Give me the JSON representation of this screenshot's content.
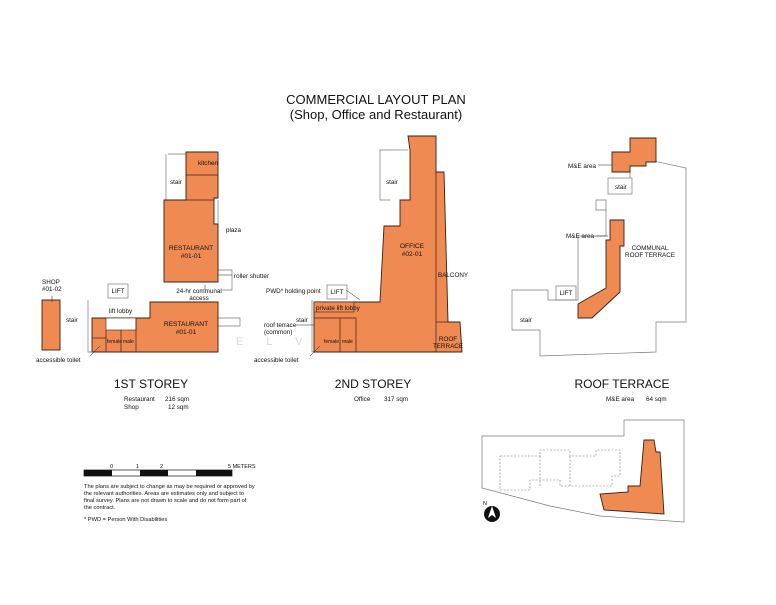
{
  "title": "COMMERCIAL LAYOUT PLAN",
  "subtitle": "(Shop, Office and Restaurant)",
  "watermark": "E L V A N  A N",
  "colors": {
    "unit_fill": "#f08a53",
    "unit_stroke": "#3a2010",
    "outline": "#7a7a7a"
  },
  "first_storey": {
    "heading": "1ST STOREY",
    "labels": {
      "kitchen": "kitchen",
      "stair_top": "stair",
      "restaurant_upper": "RESTAURANT",
      "restaurant_upper_no": "#01-01",
      "plaza": "plaza",
      "roller_shutter": "roller shutter",
      "communal_access_1": "24-hr communal",
      "communal_access_2": "access",
      "shop": "SHOP",
      "shop_no": "#01-02",
      "lift": "LIFT",
      "lift_lobby": "lift lobby",
      "stair_low": "stair",
      "restaurant_lower": "RESTAURANT",
      "restaurant_lower_no": "#01-01",
      "female": "female",
      "male": "male",
      "accessible_toilet": "accessible toilet"
    },
    "areas": [
      {
        "name": "Restaurant",
        "value": "216 sqm"
      },
      {
        "name": "Shop",
        "value": "12 sqm"
      }
    ]
  },
  "second_storey": {
    "heading": "2ND STOREY",
    "labels": {
      "stair_top": "stair",
      "office": "OFFICE",
      "office_no": "#02-01",
      "balcony": "BALCONY",
      "pwd_point": "PWD* holding point",
      "lift": "LIFT",
      "private_lift_lobby": "private lift lobby",
      "stair_low": "stair",
      "roof_terrace_common_1": "roof terrace",
      "roof_terrace_common_2": "(common)",
      "roof_terrace_1": "ROOF",
      "roof_terrace_2": "TERRACE",
      "female": "female",
      "male": "male",
      "accessible_toilet": "accessible toilet"
    },
    "areas": [
      {
        "name": "Office",
        "value": "317 sqm"
      }
    ]
  },
  "roof_terrace": {
    "heading": "ROOF TERRACE",
    "labels": {
      "me_area_top": "M&E area",
      "stair": "stair",
      "me_area_mid": "M&E area",
      "communal_1": "COMMUNAL",
      "communal_2": "ROOF TERRACE",
      "lift": "LIFT",
      "stair_low": "stair"
    },
    "areas": [
      {
        "name": "M&E area",
        "value": "64 sqm"
      }
    ]
  },
  "scale": {
    "ticks": [
      "0",
      "1",
      "2",
      "5 METERS"
    ]
  },
  "disclaimer": [
    "The plans are subject to change as may be required or approved by",
    "the relevant authorities. Areas are estimates only and subject to",
    "final survey. Plans are not drawn to scale and do not form part of",
    "the contract."
  ],
  "footnote": "* PWD = Person With Disabilities",
  "north_label": "N"
}
